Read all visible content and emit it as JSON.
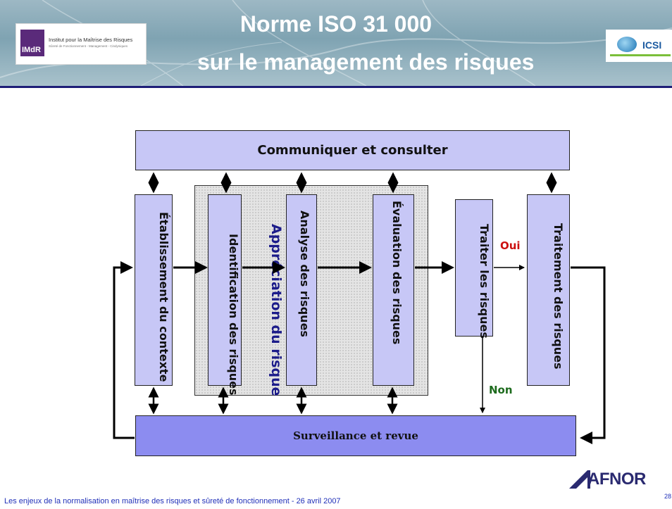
{
  "header": {
    "title_line1": "Norme ISO 31 000",
    "title_line2": "sur le management des risques",
    "left_logo": {
      "mark": "IMdR",
      "name": "Institut pour la Maîtrise des Risques",
      "tagline": "Sûreté de Fonctionnement - Management - Cindyniques"
    },
    "right_logo": {
      "name": "ICSI"
    }
  },
  "diagram": {
    "communicate": "Communiquer et consulter",
    "context": "Établissement du contexte",
    "identification": "Identification des risques",
    "analysis": "Analyse des risques",
    "evaluation": "Évaluation des risques",
    "treat_question": "Traiter les risques",
    "treatment": "Traitement des risques",
    "monitoring": "Surveillance et revue",
    "assessment_label": "Appréciation du risque",
    "yes": "Oui",
    "no": "Non"
  },
  "footer": {
    "text": "Les enjeux de la normalisation en maîtrise des risques et sûreté de fonctionnement - 26 avril 2007",
    "page": "28",
    "brand": "AFNOR"
  },
  "colors": {
    "box_light": "#c7c7f6",
    "box_dark": "#8c8cf0",
    "assessment_text": "#1c1c8a",
    "yes": "#cc1010",
    "no": "#1d6b1d",
    "footer_text": "#1f2fb8"
  }
}
